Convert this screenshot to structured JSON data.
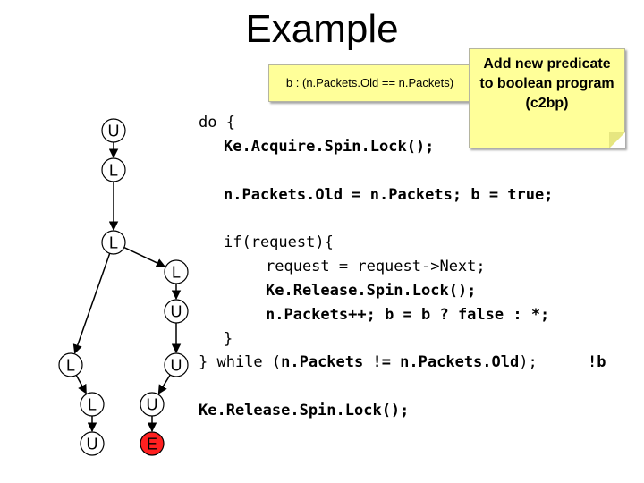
{
  "title": "Example",
  "note_predicate": "b : (n.Packets.Old == n.Packets)",
  "note_add": [
    "Add new predicate",
    "to boolean program",
    "(c2bp)"
  ],
  "code": {
    "l1": "do {",
    "l2": "Ke.Acquire.Spin.Lock();",
    "l3a": "n.Packets.Old = n.Packets;",
    "l3b": " b = true;",
    "l4": "if(request){",
    "l5": "request = request->Next;",
    "l6": "Ke.Release.Spin.Lock();",
    "l7a": "n.Packets++;",
    "l7b": " b = b ? false : *;",
    "l8": "}",
    "l9a": "} while (",
    "l9b": "n.Packets != n.Packets.Old",
    "l9c": ");",
    "l9d": "!b",
    "l10": "Ke.Release.Spin.Lock();"
  },
  "nodes": [
    {
      "id": "n1",
      "label": "U",
      "fill": "#ffffff",
      "text": "#000000"
    },
    {
      "id": "n2",
      "label": "L",
      "fill": "#ffffff",
      "text": "#000000"
    },
    {
      "id": "n3",
      "label": "L",
      "fill": "#ffffff",
      "text": "#000000"
    },
    {
      "id": "n4",
      "label": "L",
      "fill": "#ffffff",
      "text": "#000000"
    },
    {
      "id": "n5",
      "label": "U",
      "fill": "#ffffff",
      "text": "#000000"
    },
    {
      "id": "n6",
      "label": "U",
      "fill": "#ffffff",
      "text": "#000000"
    },
    {
      "id": "n7",
      "label": "L",
      "fill": "#ffffff",
      "text": "#000000"
    },
    {
      "id": "n8",
      "label": "L",
      "fill": "#ffffff",
      "text": "#000000"
    },
    {
      "id": "n9",
      "label": "U",
      "fill": "#ffffff",
      "text": "#000000"
    },
    {
      "id": "n10",
      "label": "U",
      "fill": "#ffffff",
      "text": "#000000"
    },
    {
      "id": "n11",
      "label": "E",
      "fill": "#ff2020",
      "text": "#ffffff"
    }
  ],
  "edges": [
    [
      "n1",
      "n2"
    ],
    [
      "n2",
      "n3"
    ],
    [
      "n3",
      "n4"
    ],
    [
      "n4",
      "n5"
    ],
    [
      "n5",
      "n6"
    ],
    [
      "n3",
      "n7"
    ],
    [
      "n7",
      "n8"
    ],
    [
      "n8",
      "n10"
    ],
    [
      "n6",
      "n9"
    ],
    [
      "n9",
      "n11"
    ]
  ]
}
